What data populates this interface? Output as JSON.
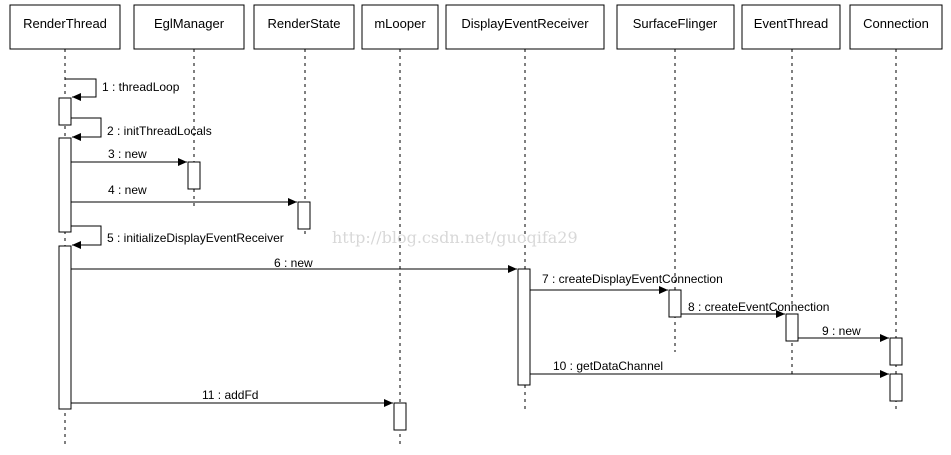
{
  "participants": [
    {
      "key": "render_thread",
      "name": "RenderThread"
    },
    {
      "key": "egl_manager",
      "name": "EglManager"
    },
    {
      "key": "render_state",
      "name": "RenderState"
    },
    {
      "key": "mlooper",
      "name": "mLooper"
    },
    {
      "key": "display_event_receiver",
      "name": "DisplayEventReceiver"
    },
    {
      "key": "surface_flinger",
      "name": "SurfaceFlinger"
    },
    {
      "key": "event_thread",
      "name": "EventThread"
    },
    {
      "key": "connection",
      "name": "Connection"
    }
  ],
  "messages": [
    {
      "from": "render_thread",
      "to": "render_thread",
      "label": "1 : threadLoop"
    },
    {
      "from": "render_thread",
      "to": "render_thread",
      "label": "2 : initThreadLocals"
    },
    {
      "from": "render_thread",
      "to": "egl_manager",
      "label": "3 : new"
    },
    {
      "from": "render_thread",
      "to": "render_state",
      "label": "4 : new"
    },
    {
      "from": "render_thread",
      "to": "render_thread",
      "label": "5 : initializeDisplayEventReceiver"
    },
    {
      "from": "render_thread",
      "to": "display_event_receiver",
      "label": "6 : new"
    },
    {
      "from": "display_event_receiver",
      "to": "surface_flinger",
      "label": "7 : createDisplayEventConnection"
    },
    {
      "from": "surface_flinger",
      "to": "event_thread",
      "label": "8 : createEventConnection"
    },
    {
      "from": "event_thread",
      "to": "connection",
      "label": "9 : new"
    },
    {
      "from": "display_event_receiver",
      "to": "connection",
      "label": "10 : getDataChannel"
    },
    {
      "from": "render_thread",
      "to": "mlooper",
      "label": "11 : addFd"
    }
  ],
  "watermark": "http://blog.csdn.net/guoqifa29",
  "colors": {
    "line": "#000000",
    "box_fill": "#ffffff",
    "watermark": "#d8d8d8"
  }
}
